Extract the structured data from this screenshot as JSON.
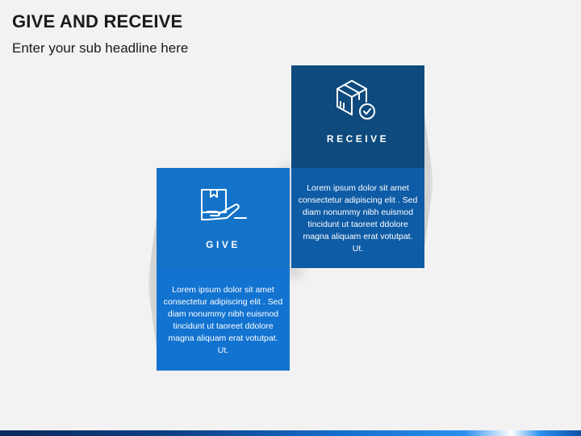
{
  "slide": {
    "title": "GIVE AND RECEIVE",
    "subtitle": "Enter your sub headline here"
  },
  "receive": {
    "label": "RECEIVE",
    "icon": "box-check-icon",
    "text": "Lorem ipsum dolor sit amet consectetur adipiscing elit . Sed diam nonummy nibh euismod tincidunt ut taoreet ddolore magna aliquam erat votutpat. Ut."
  },
  "give": {
    "label": "GIVE",
    "icon": "hand-box-icon",
    "text": "Lorem ipsum dolor sit amet consectetur adipiscing elit . Sed diam nonummy nibh euismod tincidunt ut taoreet ddolore magna aliquam erat votutpat. Ut."
  },
  "colors": {
    "receive_header": "#0e4a7e",
    "receive_body": "#0f5ca6",
    "give_header": "#1473c8",
    "give_body": "#1273d1",
    "background": "#f2f2f2"
  }
}
